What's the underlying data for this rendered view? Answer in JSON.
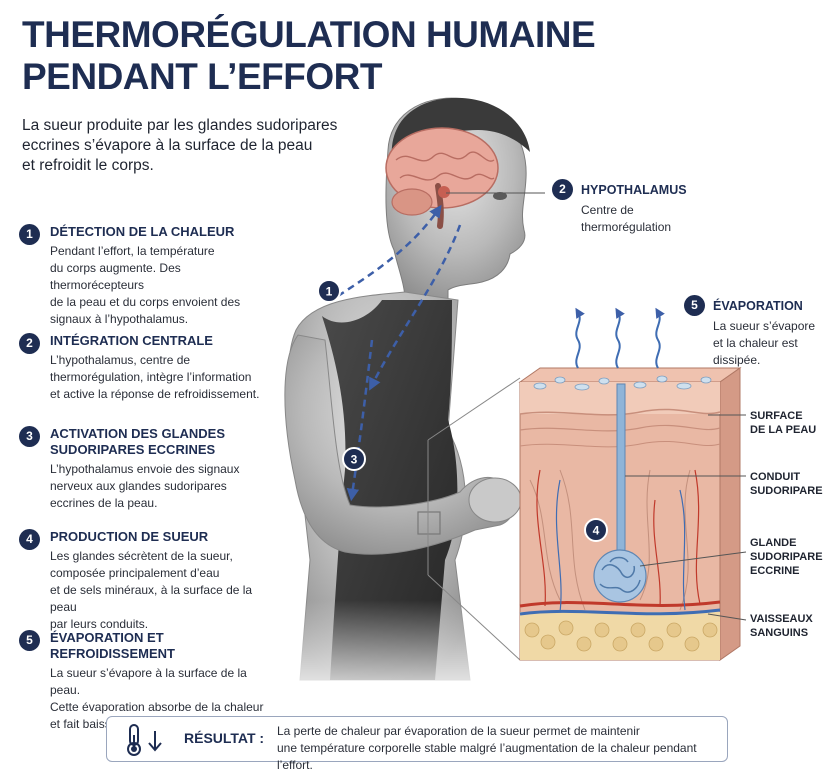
{
  "title": {
    "line1": "THERMORÉGULATION HUMAINE",
    "line2": "PENDANT L’EFFORT"
  },
  "subtitle": {
    "line1": "La sueur produite par les glandes sudoripares",
    "line2": "eccrines s’évapore à la surface de la peau",
    "line3": "et refroidit le corps."
  },
  "steps": [
    {
      "number": "1",
      "title": [
        "DÉTECTION DE LA CHALEUR"
      ],
      "text": [
        "Pendant l’effort, la température",
        "du corps augmente. Des thermorécepteurs",
        "de la peau et du corps envoient des",
        "signaux à l’hypothalamus."
      ]
    },
    {
      "number": "2",
      "title": [
        "INTÉGRATION CENTRALE"
      ],
      "text": [
        "L’hypothalamus, centre de",
        "thermorégulation, intègre l’information",
        "et active la réponse de refroidissement."
      ]
    },
    {
      "number": "3",
      "title": [
        "ACTIVATION DES GLANDES",
        "SUDORIPARES ECCRINES"
      ],
      "text": [
        "L’hypothalamus envoie des signaux",
        "nerveux aux glandes sudoripares",
        "eccrines de la peau."
      ]
    },
    {
      "number": "4",
      "title": [
        "PRODUCTION DE SUEUR"
      ],
      "text": [
        "Les glandes sécrètent de la sueur,",
        "composée principalement d’eau",
        "et de sels minéraux, à la surface de la peau",
        "par leurs conduits."
      ]
    },
    {
      "number": "5",
      "title": [
        "ÉVAPORATION ET REFROIDISSEMENT"
      ],
      "text": [
        "La sueur s’évapore à la surface de la peau.",
        "Cette évaporation absorbe de la chaleur",
        "et fait baisser la température corporelle."
      ]
    }
  ],
  "callouts": {
    "hypothalamus": {
      "number": "2",
      "title": "HYPOTHALAMUS",
      "text": [
        "Centre de",
        "thermorégulation"
      ]
    },
    "evaporation": {
      "number": "5",
      "title": "ÉVAPORATION",
      "text": [
        "La sueur s’évapore",
        "et la chaleur est",
        "dissipée."
      ]
    }
  },
  "figure_badges": {
    "detection": "1",
    "activation": "3",
    "gland": "4"
  },
  "skin_labels": {
    "surface": [
      "SURFACE",
      "DE LA PEAU"
    ],
    "duct": [
      "CONDUIT",
      "SUDORIPARE"
    ],
    "gland": [
      "GLANDE",
      "SUDORIPARE",
      "ECCRINE"
    ],
    "vessels": [
      "VAISSEAUX",
      "SANGUINS"
    ]
  },
  "result": {
    "label": "RÉSULTAT :",
    "text": [
      "La perte de chaleur par évaporation de la sueur permet de maintenir",
      "une température corporelle stable malgré l’augmentation de la chaleur pendant l’effort."
    ]
  },
  "colors": {
    "navy": "#1e2d52",
    "arrow_blue": "#3d5fa8",
    "skin": "#e9b8a4",
    "skin_dark": "#d99a86",
    "fat": "#f0d9a6",
    "sweat": "#8fb4d8",
    "artery": "#c0392b",
    "vein": "#3f6db3"
  }
}
